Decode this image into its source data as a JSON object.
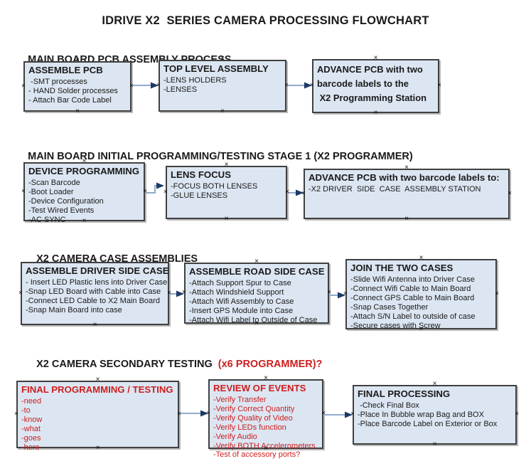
{
  "title": "IDRIVE X2  SERIES CAMERA PROCESSING FLOWCHART",
  "colors": {
    "box_fill": "#dce6f2",
    "box_border": "#404040",
    "arrow_line": "#92a9cc",
    "arrow_head": "#1c3a66",
    "accent_red": "#cc1f1f",
    "text": "#1a1a1a"
  },
  "sections": [
    {
      "header": "MAIN BOARD PCB ASSEMBLY PROCESS",
      "boxes": [
        {
          "title": "ASSEMBLE PCB",
          "items": [
            " -SMT processes",
            "- HAND Solder processes",
            "- Attach Bar Code Label"
          ]
        },
        {
          "title": "TOP LEVEL ASSEMBLY",
          "items": [
            "-LENS HOLDERS",
            "-LENSES"
          ]
        },
        {
          "lines": [
            "ADVANCE PCB with two",
            "barcode labels to the",
            " X2 Programming Station"
          ]
        }
      ]
    },
    {
      "header": "MAIN BOARD INITIAL PROGRAMMING/TESTING STAGE 1 (X2 PROGRAMMER)",
      "boxes": [
        {
          "title": "DEVICE PROGRAMMING",
          "items": [
            "-Scan Barcode",
            "-Boot Loader",
            "-Device Configuration",
            "-Test Wired Events",
            "-AC SYNC"
          ]
        },
        {
          "title": "LENS FOCUS",
          "items": [
            "-FOCUS BOTH LENSES",
            "-GLUE LENSES"
          ]
        },
        {
          "title": "ADVANCE PCB with two barcode labels to:",
          "items": [
            "-X2 DRIVER  SIDE  CASE  ASSEMBLY STATION"
          ]
        }
      ]
    },
    {
      "header": "X2 CAMERA CASE ASSEMBLIES",
      "boxes": [
        {
          "title": "ASSEMBLE DRIVER SIDE CASE",
          "items": [
            "- Insert LED Plastic lens into Driver Case",
            "-Snap LED Board with Cable into Case",
            "-Connect LED Cable to X2 Main Board",
            "-Snap Main Board into case"
          ]
        },
        {
          "title": "ASSEMBLE ROAD SIDE CASE",
          "items": [
            "-Attach Support Spur to Case",
            "-Attach Windshield Support",
            "-Attach Wifi Assembly to Case",
            "-Insert GPS Module into Case",
            "-Attach Wifi Label to Outside of Case"
          ]
        },
        {
          "title": "JOIN THE TWO CASES",
          "items": [
            "-Slide Wifi Antenna into Driver Case",
            "-Connect Wifi Cable to Main Board",
            "-Connect GPS Cable to Main Board",
            "-Snap Cases Together",
            "-Attach S/N Label to outside of case",
            "-Secure cases with Screw"
          ]
        }
      ]
    },
    {
      "header": "X2 CAMERA SECONDARY TESTING ",
      "header_accent": " (x6 PROGRAMMER)?",
      "boxes": [
        {
          "title": "FINAL PROGRAMMING / TESTING",
          "items": [
            "-need",
            "-to",
            "-know",
            "-what",
            "-goes",
            "-here"
          ]
        },
        {
          "title": "REVIEW OF EVENTS",
          "items": [
            "-Verify Transfer",
            "-Verify Correct Quantity",
            "-Verify Quality of Video",
            "-Verify LEDs function",
            "-Verify Audio",
            "-Verify BOTH Accelerometers",
            "-Test of accessory ports?"
          ]
        },
        {
          "title": "FINAL PROCESSING",
          "items": [
            " -Check Final Box",
            "-Place In Bubble wrap Bag and BOX",
            "-Place Barcode Label on Exterior or Box"
          ]
        }
      ]
    }
  ]
}
